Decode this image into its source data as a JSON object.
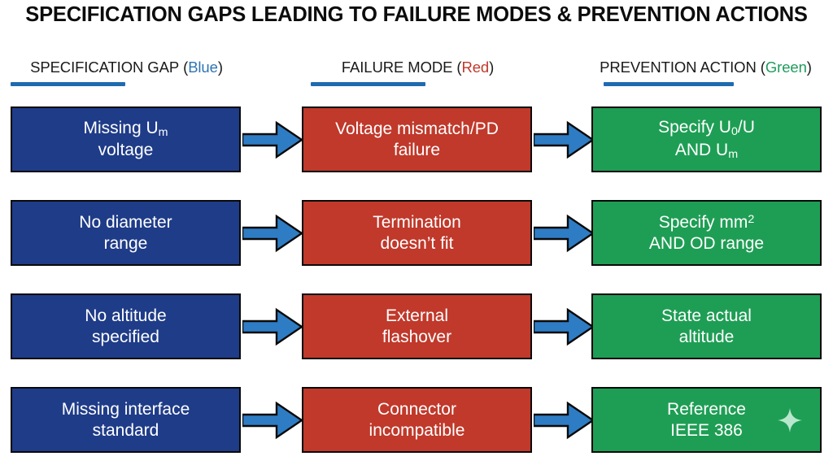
{
  "title": "SPECIFICATION GAPS LEADING TO FAILURE MODES & PREVENTION ACTIONS",
  "colors": {
    "gap_blue": "#1f3c88",
    "failure_red": "#c0392b",
    "prevention_green": "#1e9e54",
    "arrow_blue": "#2e7cc4",
    "rule_blue": "#1f6bb0",
    "tag_blue": "#2e74b5",
    "tag_red": "#c0392b",
    "tag_green": "#1f9b5c",
    "title_black": "#0c0c0c"
  },
  "headers": [
    {
      "label": "SPECIFICATION GAP",
      "tag": "Blue",
      "tag_class": "tag-blue"
    },
    {
      "label": "FAILURE MODE",
      "tag": "Red",
      "tag_class": "tag-red"
    },
    {
      "label": "PREVENTION ACTION",
      "tag": "Green",
      "tag_class": "tag-green"
    }
  ],
  "rows": [
    {
      "gap_line1": "Missing U",
      "gap_sub1": "m",
      "gap_line2": "voltage",
      "failure_line1": "Voltage mismatch/PD",
      "failure_line2": "failure",
      "prevention_line1a": "Specify U",
      "prevention_sub1": "0",
      "prevention_line1b": "/U",
      "prevention_line2a": "AND U",
      "prevention_sub2": "m",
      "prevention_line2b": "",
      "sparkle": false
    },
    {
      "gap_line1": "No diameter",
      "gap_sub1": "",
      "gap_line2": "range",
      "failure_line1": "Termination",
      "failure_line2": "doesn’t fit",
      "prevention_line1a": "Specify mm",
      "prevention_sup1": "2",
      "prevention_line1b": "",
      "prevention_line2a": "AND OD range",
      "prevention_sub2": "",
      "prevention_line2b": "",
      "sparkle": false
    },
    {
      "gap_line1": "No altitude",
      "gap_sub1": "",
      "gap_line2": "specified",
      "failure_line1": "External",
      "failure_line2": "flashover",
      "prevention_line1a": "State actual",
      "prevention_sub1": "",
      "prevention_line1b": "",
      "prevention_line2a": "altitude",
      "prevention_sub2": "",
      "prevention_line2b": "",
      "sparkle": false
    },
    {
      "gap_line1": "Missing interface",
      "gap_sub1": "",
      "gap_line2": "standard",
      "failure_line1": "Connector",
      "failure_line2": "incompatible",
      "prevention_line1a": "Reference",
      "prevention_sub1": "",
      "prevention_line1b": "",
      "prevention_line2a": "IEEE 386",
      "prevention_sub2": "",
      "prevention_line2b": "",
      "sparkle": true
    }
  ],
  "icons": {
    "arrow": "right-arrow-icon",
    "sparkle": "sparkle-icon"
  }
}
